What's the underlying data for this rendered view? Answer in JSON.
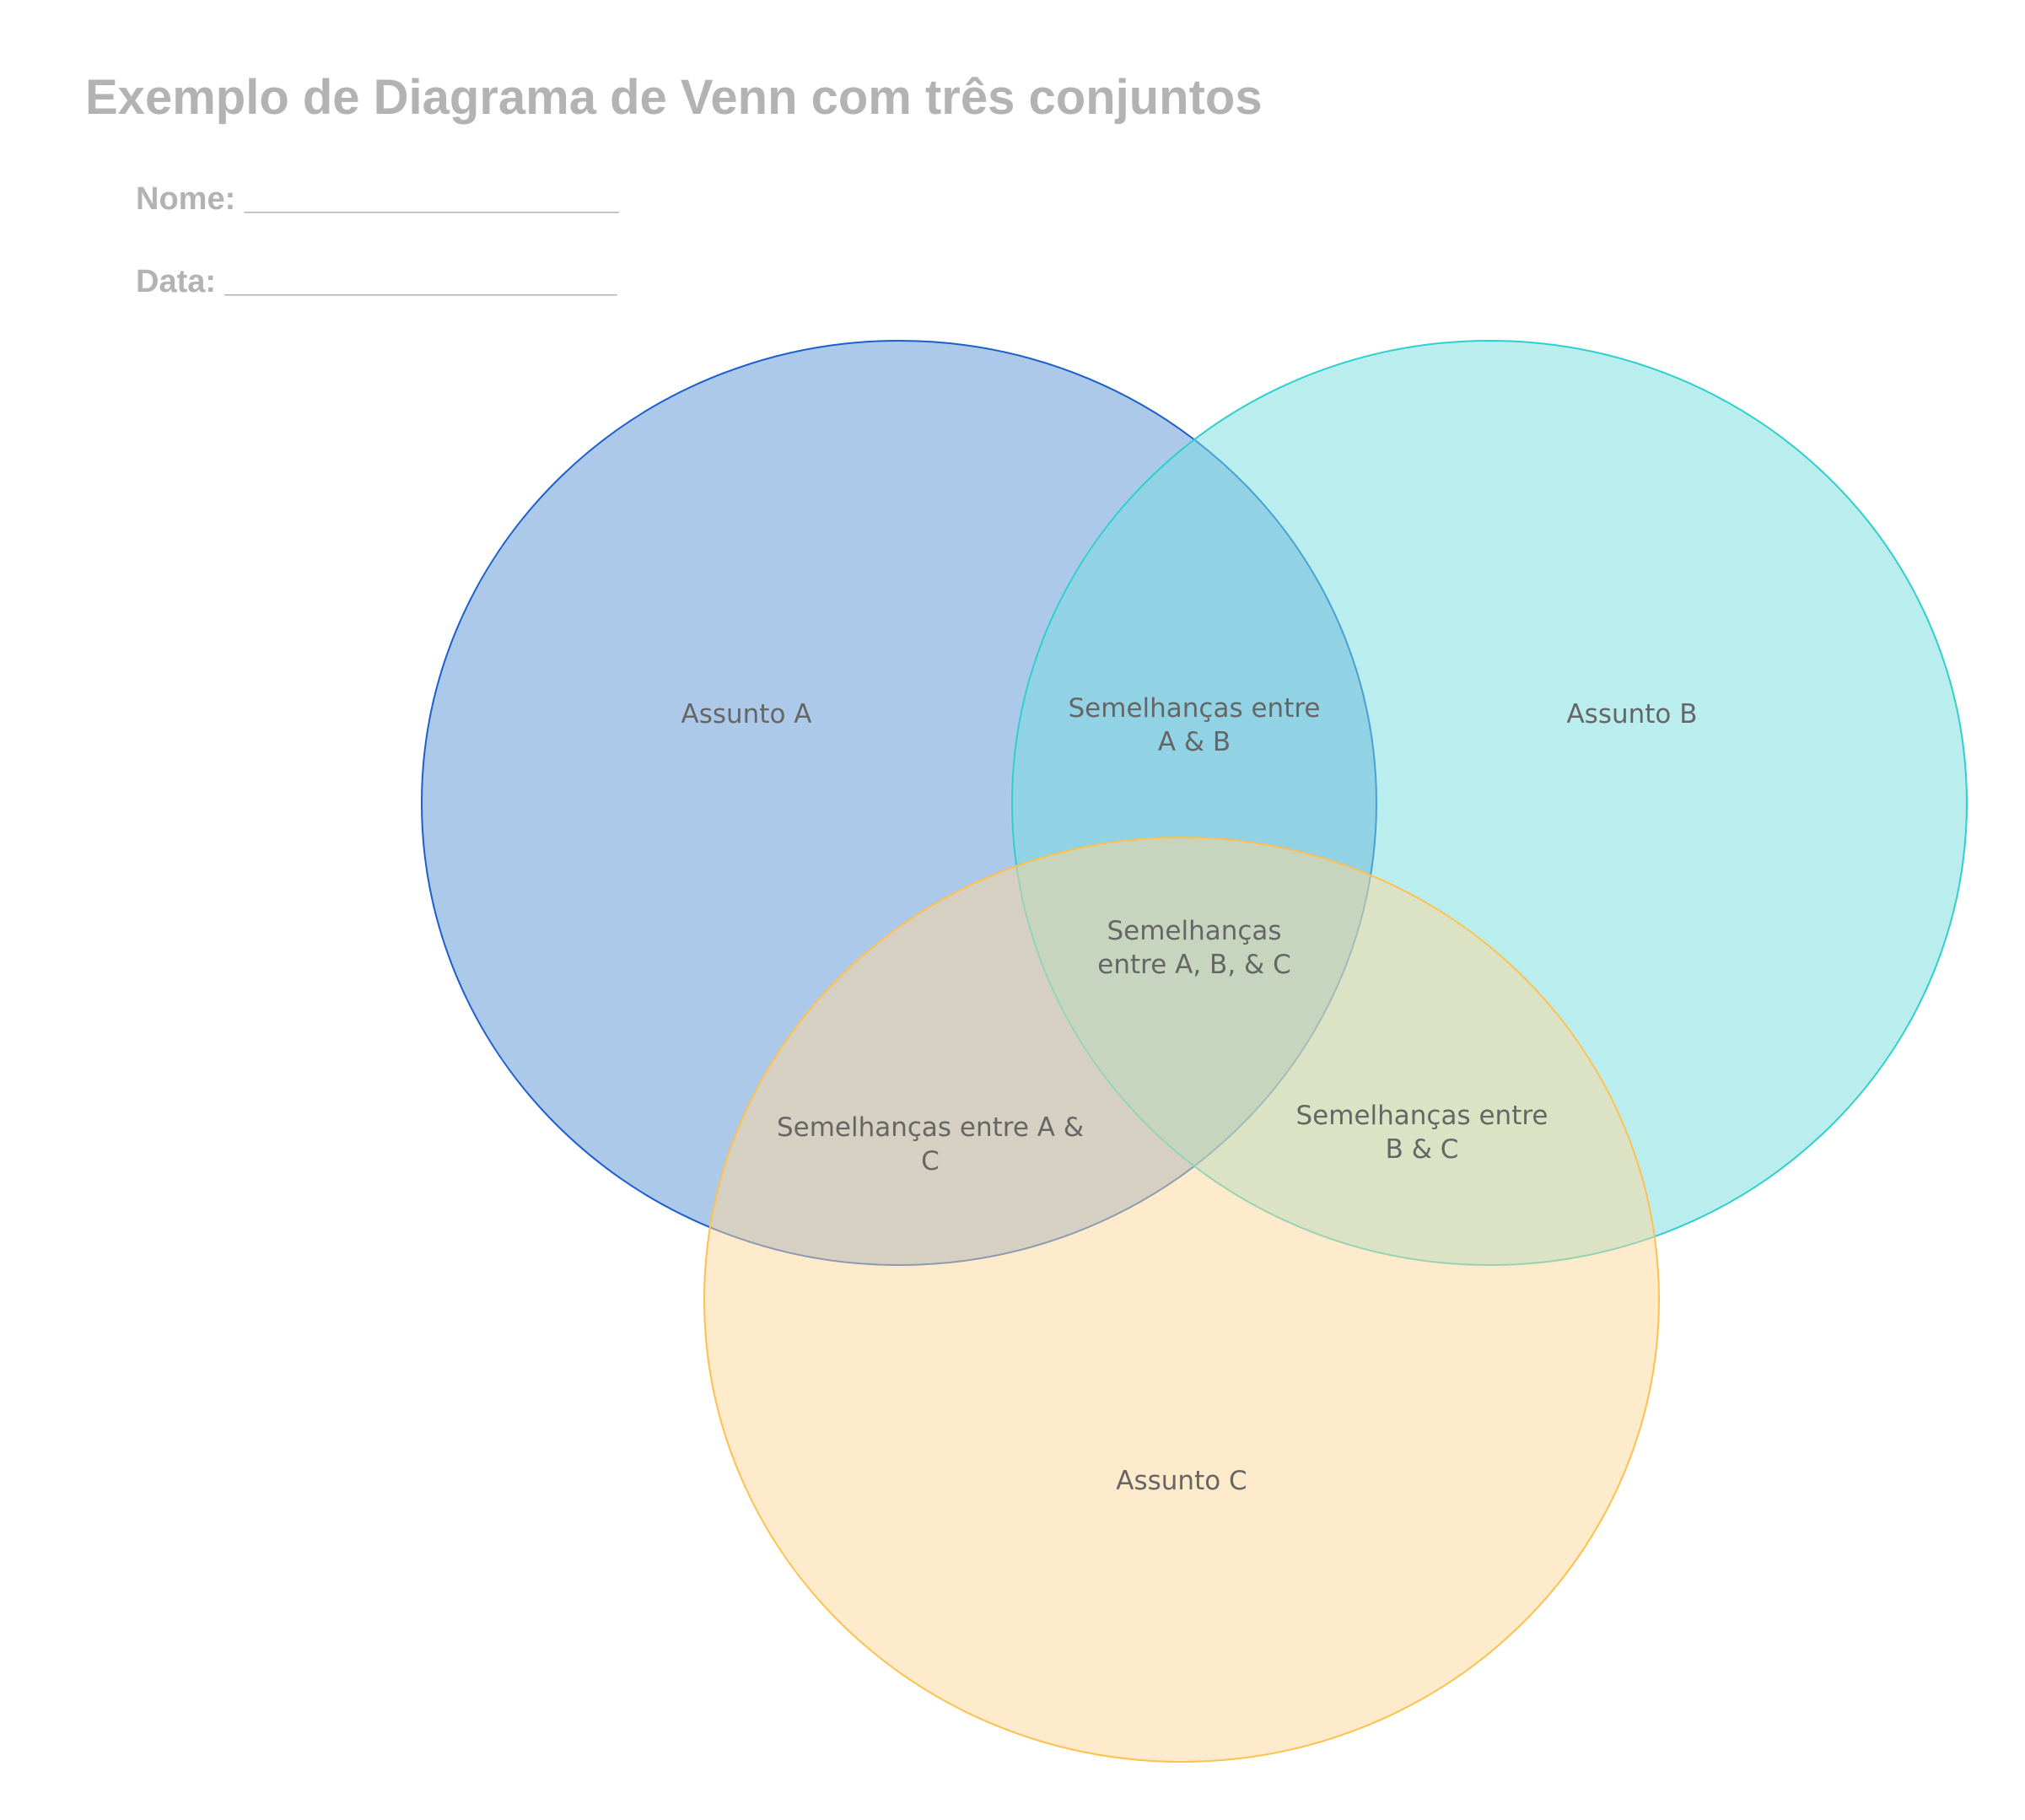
{
  "title": "Exemplo de Diagrama de Venn com três conjuntos",
  "fields": {
    "name_label": "Nome:",
    "name_line": "_____________________",
    "date_label": "Data:",
    "date_line": "______________________"
  },
  "sets": [
    {
      "label": "Assunto A",
      "fill": "#5b93d6",
      "stroke": "#1a5fcc"
    },
    {
      "label": "Assunto B",
      "fill": "#76dedd",
      "stroke": "#2ecfcf"
    },
    {
      "label": "Assunto C",
      "fill": "#fdd79a",
      "stroke": "#ffc04d"
    }
  ],
  "intersections": {
    "ab": [
      "Semelhanças entre",
      "A & B"
    ],
    "ac": [
      "Semelhanças entre A &",
      "C"
    ],
    "bc": [
      "Semelhanças entre",
      "B & C"
    ],
    "abc": [
      "Semelhanças",
      "entre A, B, & C"
    ]
  }
}
